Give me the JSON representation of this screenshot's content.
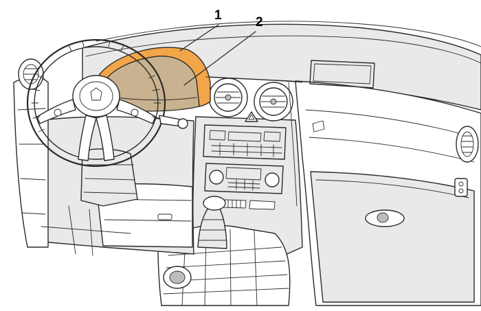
{
  "figure": {
    "callouts": [
      {
        "label": "1",
        "target": "instrument-cluster-shroud"
      },
      {
        "label": "2",
        "target": "instrument-cluster-lens"
      }
    ],
    "colors": {
      "highlight_orange": "#F2A64A",
      "highlight_lens": "#C9B28F",
      "line": "#2a2a2a",
      "background": "#ffffff"
    }
  }
}
